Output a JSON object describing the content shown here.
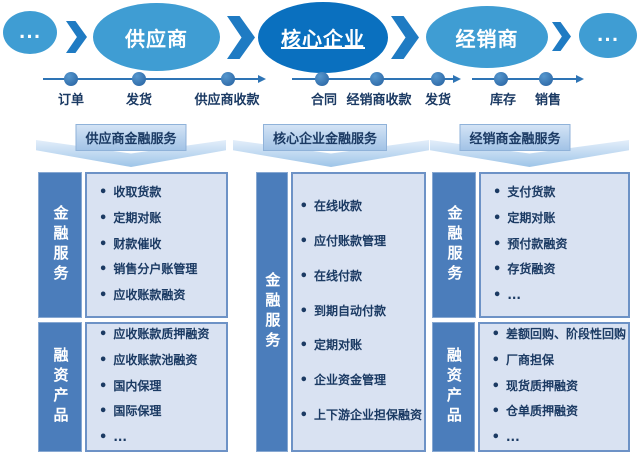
{
  "colors": {
    "node_light": "#3f9dd3",
    "node_dark": "#0a70bf",
    "chevron": "#1f7bc3",
    "timeline": "#2e74b5",
    "text_navy": "#1b3a63",
    "sidebar_blue": "#4b7dbb",
    "panel_fill": "#d9e2f2",
    "panel_border": "#6d92c6"
  },
  "chain": {
    "nodes": [
      {
        "label": "...",
        "role": "upstream-more"
      },
      {
        "label": "供应商",
        "role": "supplier"
      },
      {
        "label": "核心企业",
        "role": "core-enterprise"
      },
      {
        "label": "经销商",
        "role": "distributor"
      },
      {
        "label": "...",
        "role": "downstream-more"
      }
    ]
  },
  "timeline": {
    "rows": [
      {
        "labels": [
          "订单",
          "发货",
          "供应商收款"
        ]
      },
      {
        "labels": [
          "合同",
          "经销商收款",
          "发货"
        ]
      },
      {
        "labels": [
          "库存",
          "销售"
        ]
      }
    ]
  },
  "banners": [
    "供应商金融服务",
    "核心企业金融服务",
    "经销商金融服务"
  ],
  "columns": {
    "left": {
      "sections": [
        {
          "title": "金融服务",
          "items": [
            "收取货款",
            "定期对账",
            "财款催收",
            "销售分户账管理",
            "应收账款融资"
          ]
        },
        {
          "title": "融资产品",
          "items": [
            "应收账款质押融资",
            "应收账款池融资",
            "国内保理",
            "国际保理",
            "..."
          ]
        }
      ]
    },
    "middle": {
      "sections": [
        {
          "title": "金融服务",
          "items": [
            "在线收款",
            "应付账款管理",
            "在线付款",
            "到期自动付款",
            "定期对账",
            "企业资金管理",
            "上下游企业担保融资"
          ]
        }
      ]
    },
    "right": {
      "sections": [
        {
          "title": "金融服务",
          "items": [
            "支付货款",
            "定期对账",
            "预付款融资",
            "存货融资",
            "..."
          ]
        },
        {
          "title": "融资产品",
          "items": [
            "差额回购、阶段性回购",
            "厂商担保",
            "现货质押融资",
            "仓单质押融资",
            "..."
          ]
        }
      ]
    }
  }
}
